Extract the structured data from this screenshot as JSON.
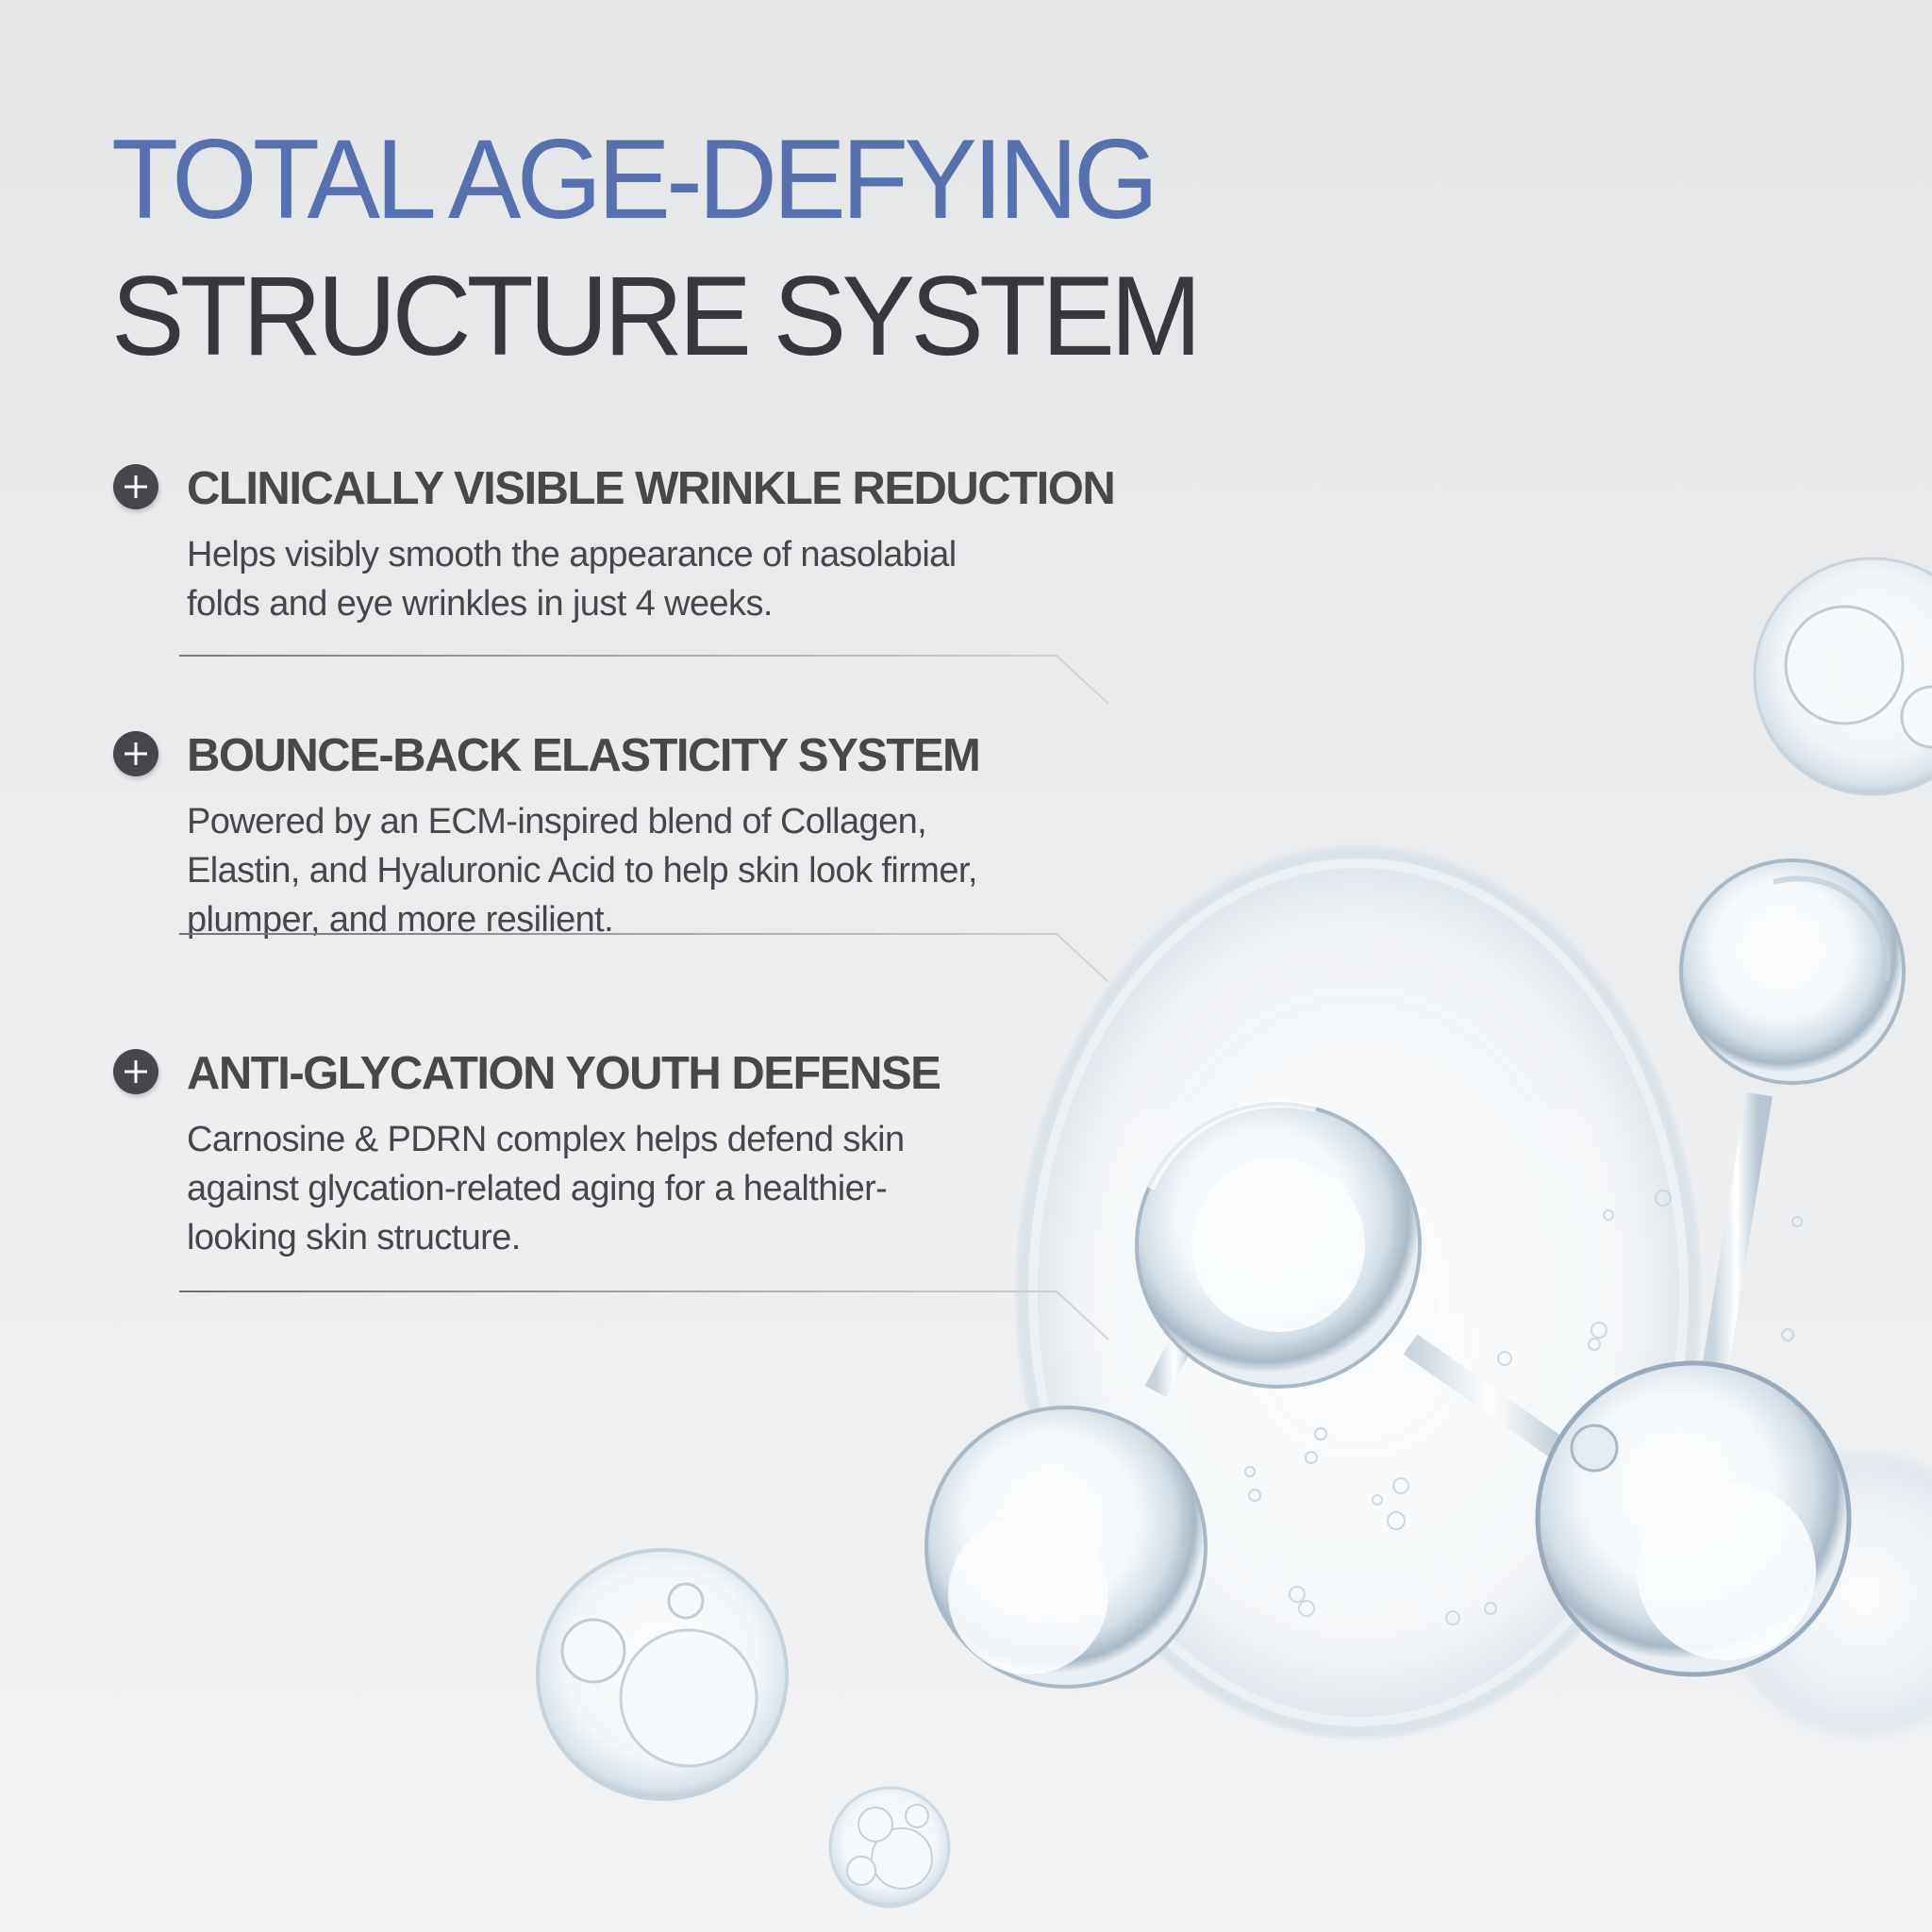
{
  "headline": {
    "line1": "TOTAL AGE-DEFYING",
    "line2": "STRUCTURE SYSTEM",
    "accent_color": "#5670b0",
    "dark_color": "#37383e"
  },
  "features": [
    {
      "icon": "plus-circle-icon",
      "title": "CLINICALLY VISIBLE WRINKLE REDUCTION",
      "description": "Helps visibly smooth the appearance of nasolabial\nfolds and eye wrinkles in just 4 weeks."
    },
    {
      "icon": "plus-circle-icon",
      "title": "BOUNCE-BACK ELASTICITY SYSTEM",
      "description": "Powered by an ECM-inspired blend of Collagen,\nElastin, and Hyaluronic Acid to help skin look firmer,\nplumper, and more resilient."
    },
    {
      "icon": "plus-circle-icon",
      "title": "ANTI-GLYCATION YOUTH DEFENSE",
      "description": "Carnosine & PDRN complex helps defend skin\nagainst glycation-related aging for a healthier-\nlooking skin structure."
    }
  ],
  "colors": {
    "background_top": "#e5e6e8",
    "background_bottom": "#f1f2f4",
    "text": "#47474b",
    "icon_fill": "#47474b"
  },
  "imagery": {
    "main": "molecule-bubble-illustration",
    "accents": [
      "water-bubble",
      "water-bubble",
      "water-bubble",
      "water-bubble"
    ]
  }
}
